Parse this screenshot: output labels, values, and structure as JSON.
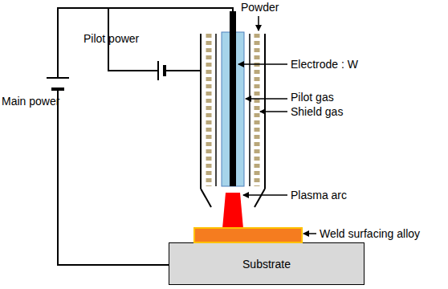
{
  "diagram": {
    "nodes": [
      {
        "text": [
          "Substrate"
        ]
      }
    ],
    "labels": [
      "Powder",
      "Pilot power",
      "Main power",
      "Electrode : W",
      "Pilot gas",
      "Shield gas",
      "Plasma arc",
      "Weld surfacing alloy"
    ]
  }
}
